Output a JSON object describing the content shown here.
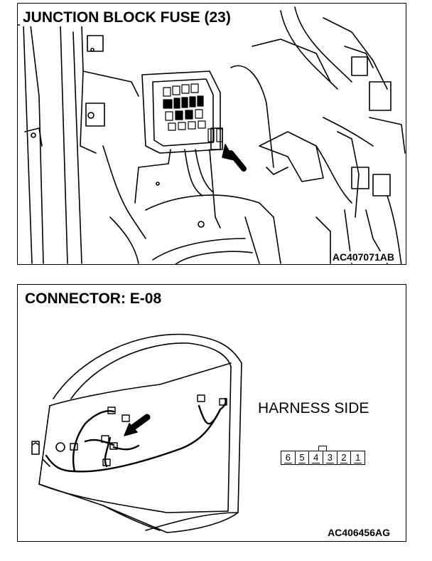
{
  "top_panel": {
    "title": "JUNCTION BLOCK FUSE (23)",
    "image_code": "AC407071AB"
  },
  "bottom_panel": {
    "title": "CONNECTOR: E-08",
    "view_label": "HARNESS SIDE",
    "image_code": "AC406456AG",
    "connector_pins": [
      "6",
      "5",
      "4",
      "3",
      "2",
      "1"
    ]
  }
}
